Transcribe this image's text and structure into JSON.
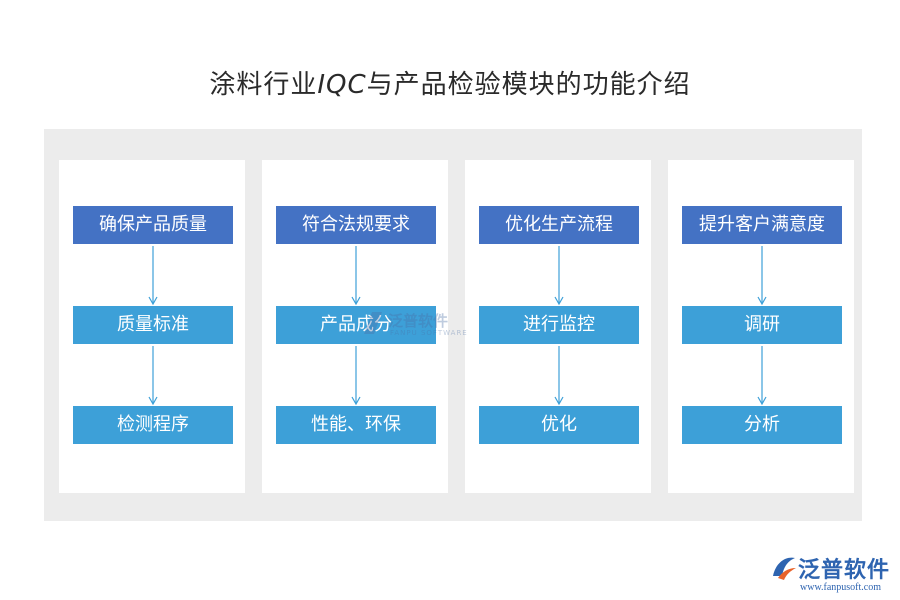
{
  "title": {
    "prefix": "涂料行业",
    "highlight": "IQC",
    "suffix": "与产品检验模块的功能介绍"
  },
  "columns": [
    {
      "head": "确保产品质量",
      "items": [
        "质量标准",
        "检测程序"
      ]
    },
    {
      "head": "符合法规要求",
      "items": [
        "产品成分",
        "性能、环保"
      ]
    },
    {
      "head": "优化生产流程",
      "items": [
        "进行监控",
        "优化"
      ]
    },
    {
      "head": "提升客户满意度",
      "items": [
        "调研",
        "分析"
      ]
    }
  ],
  "watermark": {
    "name": "泛普软件",
    "sub": "FANPU SOFTWARE"
  },
  "logo": {
    "name": "泛普软件",
    "url": "www.fanpusoft.com"
  },
  "colors": {
    "head_box": "#4472c4",
    "sub_box": "#3da0d8",
    "arrow": "#3da0d8",
    "panel": "#ececec"
  }
}
